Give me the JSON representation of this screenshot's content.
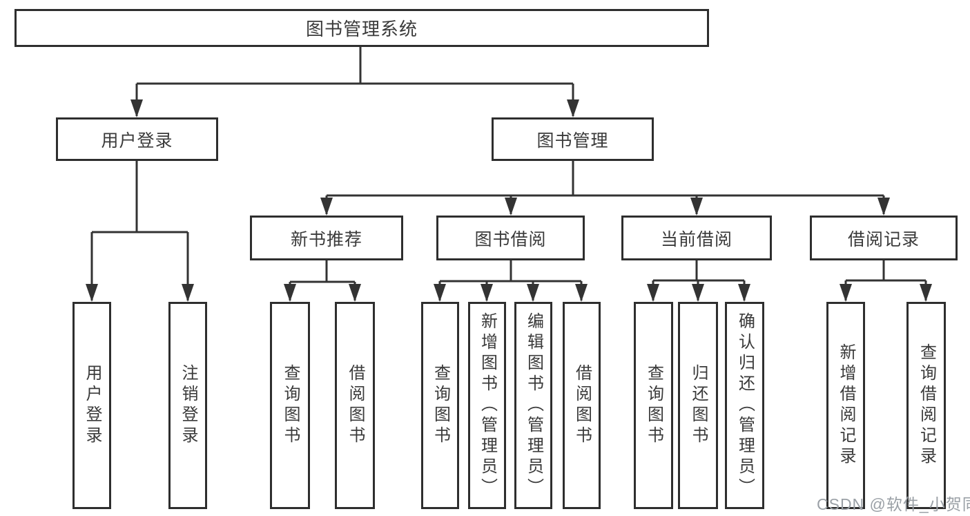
{
  "diagram_title": "图书管理系统",
  "tree": {
    "root": {
      "label": "图书管理系统",
      "children": [
        {
          "label": "用户登录",
          "children": [
            {
              "label": "用户登录"
            },
            {
              "label": "注销登录"
            }
          ]
        },
        {
          "label": "图书管理",
          "children": [
            {
              "label": "新书推荐",
              "children": [
                {
                  "label": "查询图书"
                },
                {
                  "label": "借阅图书"
                }
              ]
            },
            {
              "label": "图书借阅",
              "children": [
                {
                  "label": "查询图书"
                },
                {
                  "label": "新增图书（管理员）"
                },
                {
                  "label": "编辑图书（管理员）"
                },
                {
                  "label": "借阅图书"
                }
              ]
            },
            {
              "label": "当前借阅",
              "children": [
                {
                  "label": "查询图书"
                },
                {
                  "label": "归还图书"
                },
                {
                  "label": "确认归还（管理员）"
                }
              ]
            },
            {
              "label": "借阅记录",
              "children": [
                {
                  "label": "新增借阅记录"
                },
                {
                  "label": "查询借阅记录"
                }
              ]
            }
          ]
        }
      ]
    }
  },
  "watermark": {
    "text": "CSDN @软件_小贺同学"
  },
  "colors": {
    "background": "#ffffff",
    "box_border": "#2e2e2e",
    "box_fill": "#ffffff",
    "text": "#3a3a3a",
    "connector": "#333333",
    "watermark": "#9aa0a6"
  }
}
